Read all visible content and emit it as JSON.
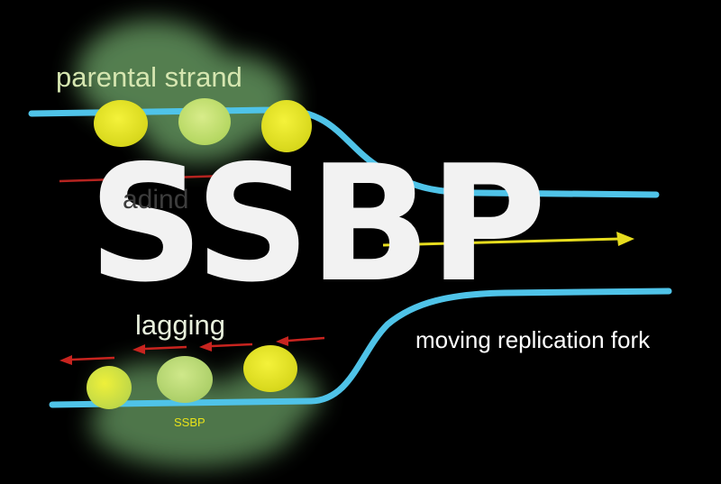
{
  "title": "SSBP",
  "labels": {
    "parental_strand": "parental strand",
    "leading": "adind",
    "lagging": "lagging",
    "moving_fork": "moving replication fork",
    "ssbp_small": "SSBP"
  },
  "colors": {
    "background": "#000000",
    "dna_strand": "#4fc3e8",
    "protein_yellow": "#e8e61e",
    "protein_green": "#c9e27a",
    "glow": "#7fb87a",
    "arrow_red": "#c8241f",
    "arrow_yellow": "#e6dc1e",
    "title": "#f2f2f2"
  }
}
